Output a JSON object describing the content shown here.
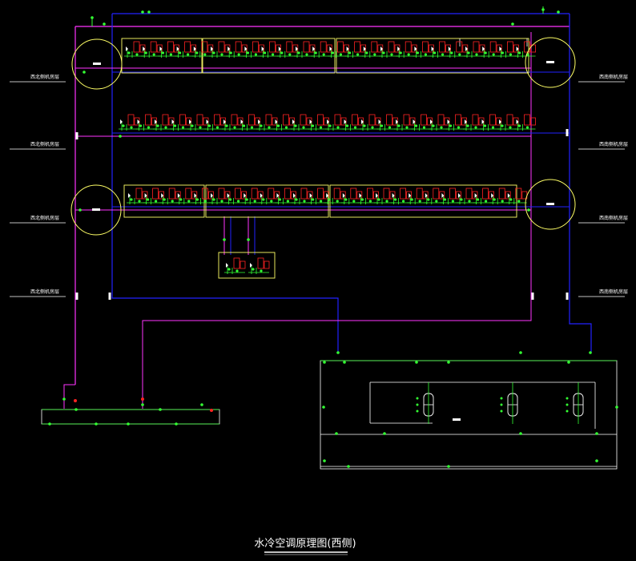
{
  "drawing": {
    "title": "水冷空调原理图(西侧)",
    "background": "#000000"
  },
  "colors": {
    "pipe_supply": "#ff33ff",
    "pipe_return": "#2222ff",
    "frame": "#ffff66",
    "circle": "#ffff66",
    "unit": "#ff2222",
    "valve": "#33ff33",
    "text": "#ffffff"
  },
  "floors": {
    "left": [
      "西北侧机房层",
      "西北侧机房层",
      "西北侧机房层",
      "西北侧机房层"
    ],
    "right": [
      "西南侧机房层",
      "西南侧机房层",
      "西南侧机房层",
      "西南侧机房层"
    ]
  },
  "units": {
    "row1_count": 24,
    "row2_count": 24,
    "row3_count": 24,
    "basement_count": 2,
    "pump_count": 3
  }
}
